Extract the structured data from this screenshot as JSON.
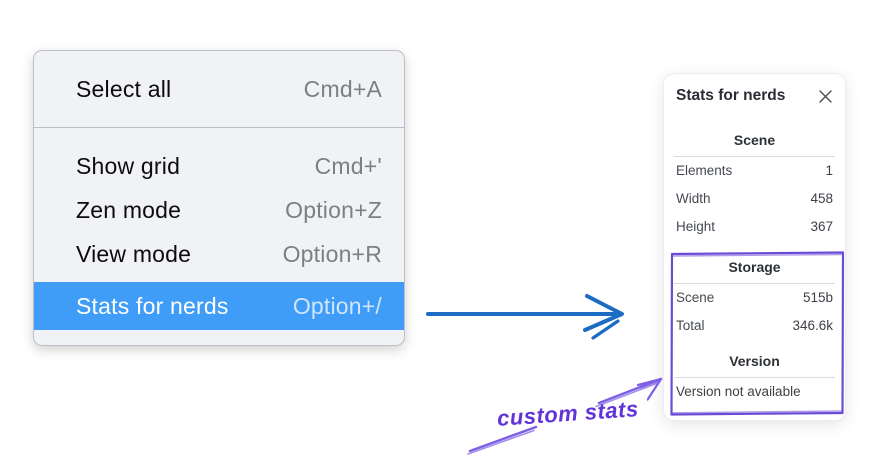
{
  "context_menu": {
    "items": [
      {
        "label": "Select all",
        "shortcut": "Cmd+A",
        "highlighted": false
      },
      {
        "label": "Show grid",
        "shortcut": "Cmd+'",
        "highlighted": false
      },
      {
        "label": "Zen mode",
        "shortcut": "Option+Z",
        "highlighted": false
      },
      {
        "label": "View mode",
        "shortcut": "Option+R",
        "highlighted": false
      },
      {
        "label": "Stats for nerds",
        "shortcut": "Option+/",
        "highlighted": true
      }
    ]
  },
  "stats_panel": {
    "title": "Stats for nerds",
    "close_icon": "close-icon",
    "sections": [
      {
        "heading": "Scene",
        "rows": [
          {
            "label": "Elements",
            "value": "1"
          },
          {
            "label": "Width",
            "value": "458"
          },
          {
            "label": "Height",
            "value": "367"
          }
        ]
      },
      {
        "heading": "Storage",
        "rows": [
          {
            "label": "Scene",
            "value": "515b"
          },
          {
            "label": "Total",
            "value": "346.6k"
          }
        ]
      },
      {
        "heading": "Version",
        "rows": [],
        "note": "Version not available"
      }
    ]
  },
  "annotation": {
    "label": "custom stats"
  },
  "colors": {
    "menu_highlight": "#3f9cf7",
    "menu_background": "#f1f2f5",
    "flow_arrow_blue": "#1d6cc4",
    "annotation_purple": "#6b4bd6",
    "annotation_stroke": "#7d5fe4"
  }
}
